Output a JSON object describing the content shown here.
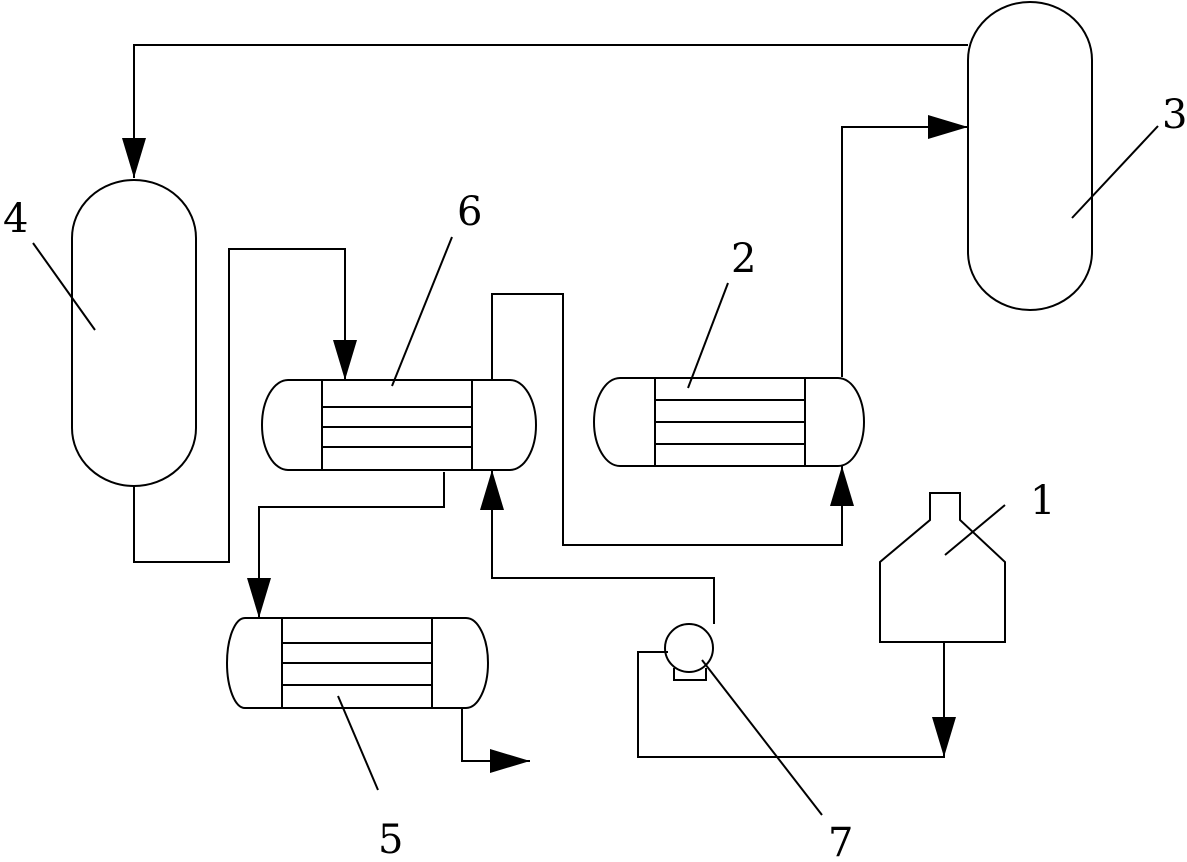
{
  "labels": {
    "feed_tank": "1",
    "heat_exchanger_2": "2",
    "vessel_3": "3",
    "vessel_4": "4",
    "heat_exchanger_5": "5",
    "heat_exchanger_6": "6",
    "pump_7": "7"
  },
  "colors": {
    "stroke": "#000000",
    "background": "#ffffff"
  }
}
